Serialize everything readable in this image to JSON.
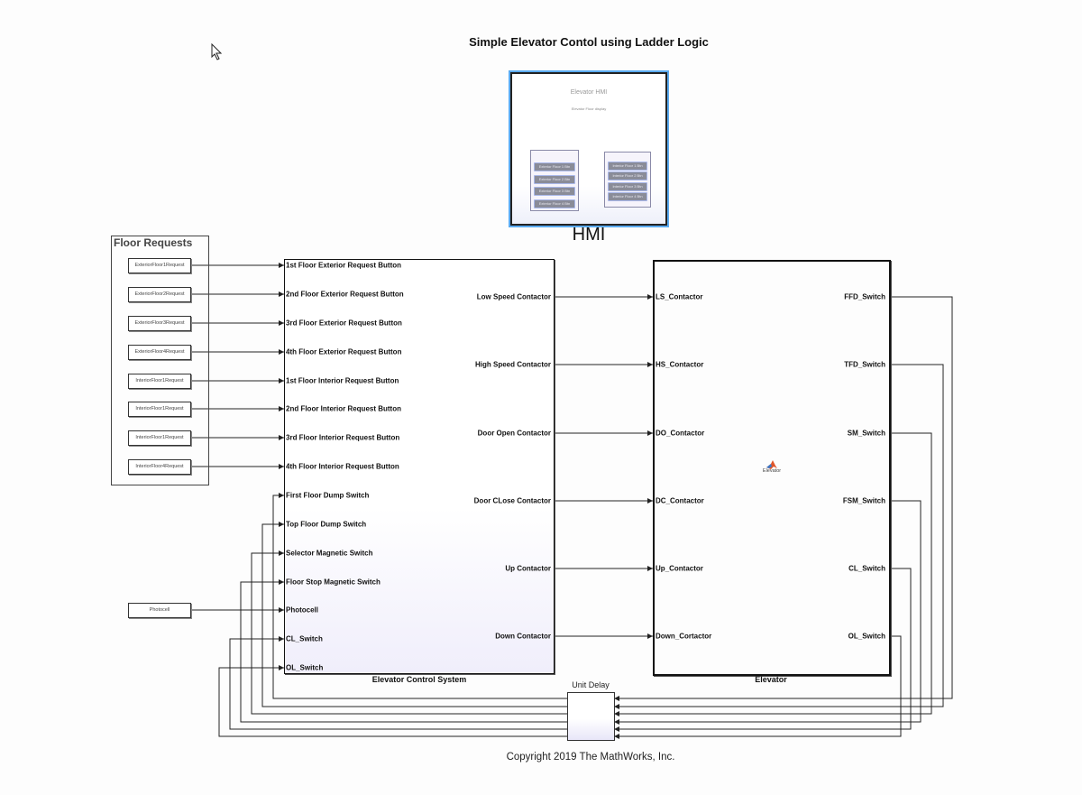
{
  "diagram": {
    "title": "Simple Elevator Contol using Ladder Logic",
    "copyright": "Copyright 2019 The MathWorks, Inc.",
    "hmi": {
      "label": "HMI",
      "inner_title": "Elevator HMI",
      "inner_subtitle": "Elevator\nFloor display",
      "left_panel_buttons": [
        "Exterior Floor 1 Btn",
        "Exterior Floor 2 Btn",
        "Exterior Floor 3 Btn",
        "Exterior Floor 4 Btn"
      ],
      "right_panel_buttons": [
        "Interior Floor 1 Btn",
        "Interior Floor 2 Btn",
        "Interior Floor 3 Btn",
        "Interior Floor 4 Btn"
      ]
    },
    "floor_requests": {
      "title": "Floor Requests",
      "blocks": [
        "ExteriorFloor1Request",
        "ExteriorFloor2Request",
        "ExteriorFloor3Request",
        "ExteriorFloor4Request",
        "InteriorFloor1Request",
        "InteriorFloor1Request",
        "InteriorFloor1Request",
        "InteriorFloor4Request"
      ]
    },
    "photocell_block": "Photocell",
    "elevator_control_system": {
      "caption": "Elevator Control System",
      "inputs": [
        "1st Floor Exterior Request Button",
        "2nd Floor Exterior Request Button",
        "3rd Floor Exterior Request Button",
        "4th Floor Exterior Request Button",
        "1st Floor Interior Request Button",
        "2nd Floor Interior Request Button",
        "3rd Floor Interior Request Button",
        "4th Floor Interior Request Button",
        "First Floor Dump Switch",
        "Top Floor Dump Switch",
        "Selector Magnetic Switch",
        "Floor Stop Magnetic Switch",
        "Photocell",
        "CL_Switch",
        "OL_Switch"
      ],
      "outputs": [
        "Low Speed Contactor",
        "High Speed Contactor",
        "Door Open Contactor",
        "Door CLose Contactor",
        "Up Contactor",
        "Down Contactor"
      ]
    },
    "elevator": {
      "caption": "Elevator",
      "icon_label": "Elevator",
      "inputs": [
        "LS_Contactor",
        "HS_Contactor",
        "DO_Contactor",
        "DC_Contactor",
        "Up_Contactor",
        "Down_Cortactor"
      ],
      "outputs": [
        "FFD_Switch",
        "TFD_Switch",
        "SM_Switch",
        "FSM_Switch",
        "CL_Switch",
        "OL_Switch"
      ]
    },
    "unit_delay": {
      "label": "Unit Delay"
    },
    "colors": {
      "line": "#222222",
      "hmi_border_accent": "#5aaaf0",
      "icon_primary": "#e0562a",
      "icon_secondary": "#3a78c8"
    }
  }
}
